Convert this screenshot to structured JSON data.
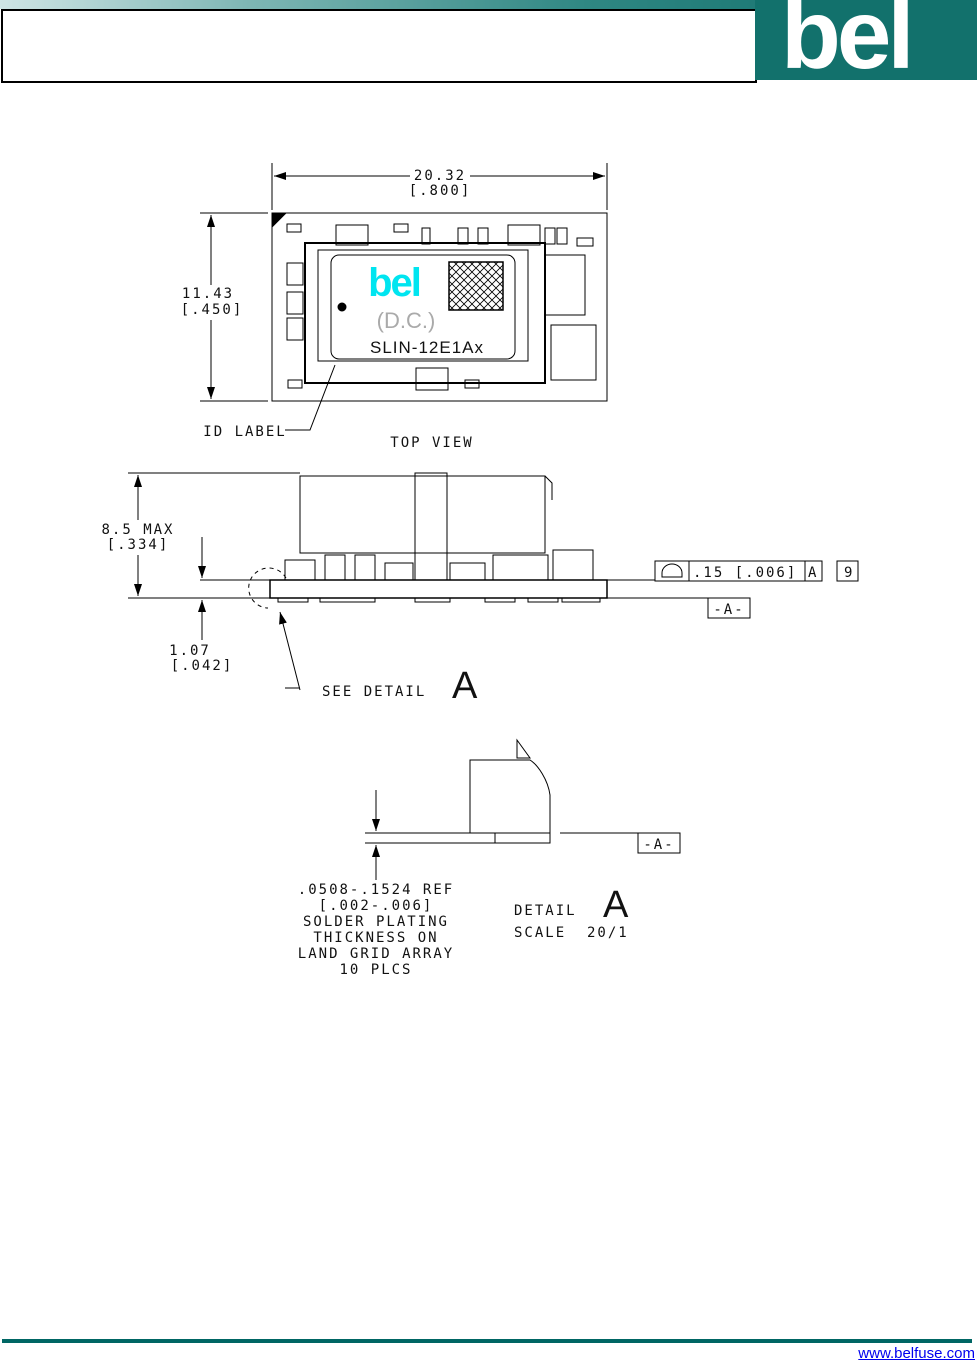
{
  "header": {
    "logo_text": "bel"
  },
  "top_view": {
    "width_mm": "20.32",
    "width_in": "[.800]",
    "height_mm": "11.43",
    "height_in": "[.450]",
    "label_logo": "bel",
    "label_dc": "(D.C.)",
    "label_part": "SLIN-12E1Ax",
    "id_label": "ID LABEL",
    "caption": "TOP VIEW"
  },
  "side_view": {
    "height_max": "8.5 MAX",
    "height_max_in": "[.334]",
    "board_mm": "1.07",
    "board_in": "[.042]",
    "see_detail": "SEE DETAIL",
    "detail_letter": "A",
    "tolerance_value": ".15 [.006]",
    "tolerance_datum": "A",
    "note_number": "9",
    "datum_label": "-A-"
  },
  "detail": {
    "datum_label": "-A-",
    "note_lines": [
      ".0508-.1524 REF",
      "[.002-.006]",
      "SOLDER PLATING",
      "THICKNESS ON",
      "LAND GRID ARRAY",
      "10 PLCS"
    ],
    "title": "DETAIL",
    "letter": "A",
    "scale": "SCALE  20/1"
  },
  "colors": {
    "brand": "#12716c",
    "label_logo": "#00e5f0"
  },
  "footer": {
    "url": "www.belfuse.com"
  }
}
